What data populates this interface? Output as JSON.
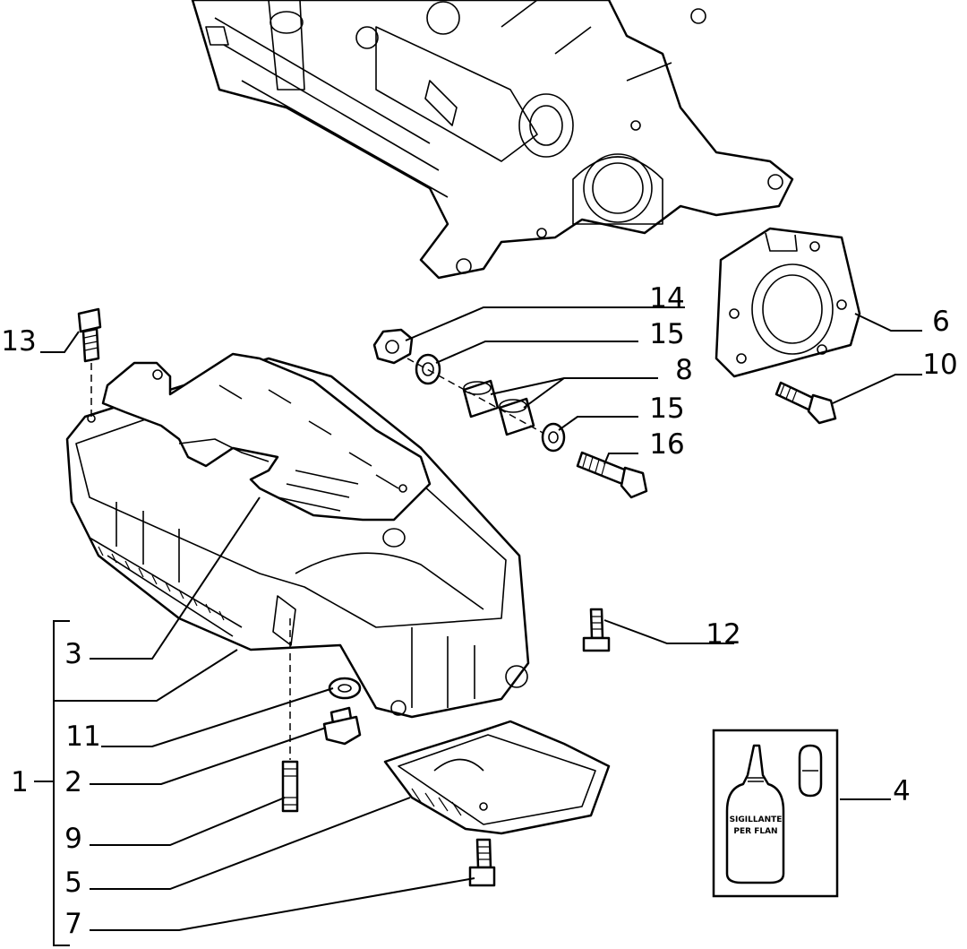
{
  "callouts": [
    {
      "id": "label-1",
      "text": "1"
    },
    {
      "id": "label-2",
      "text": "2"
    },
    {
      "id": "label-3",
      "text": "3"
    },
    {
      "id": "label-4",
      "text": "4"
    },
    {
      "id": "label-5",
      "text": "5"
    },
    {
      "id": "label-6",
      "text": "6"
    },
    {
      "id": "label-7",
      "text": "7"
    },
    {
      "id": "label-8",
      "text": "8"
    },
    {
      "id": "label-9",
      "text": "9"
    },
    {
      "id": "label-10",
      "text": "10"
    },
    {
      "id": "label-11",
      "text": "11"
    },
    {
      "id": "label-12",
      "text": "12"
    },
    {
      "id": "label-13",
      "text": "13"
    },
    {
      "id": "label-14",
      "text": "14"
    },
    {
      "id": "label-15a",
      "text": "15"
    },
    {
      "id": "label-15b",
      "text": "15"
    },
    {
      "id": "label-16",
      "text": "16"
    }
  ],
  "sealant_text": {
    "line1": "SIGILLANTE",
    "line2": "PER FLAN"
  }
}
